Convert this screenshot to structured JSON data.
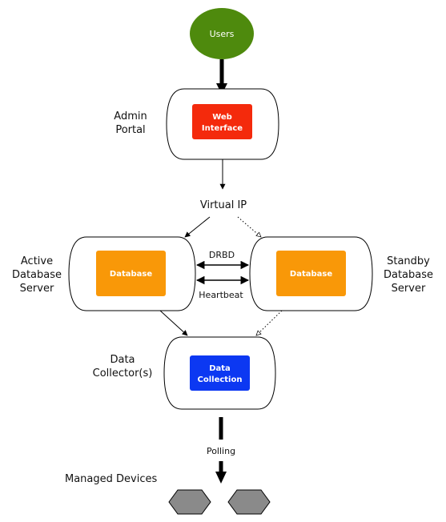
{
  "nodes": {
    "users": "Users",
    "web_interface": [
      "Web",
      "Interface"
    ],
    "virtual_ip": "Virtual IP",
    "active_db": "Database",
    "standby_db": "Database",
    "data_collection": [
      "Data",
      "Collection"
    ]
  },
  "labels": {
    "admin_portal": [
      "Admin",
      "Portal"
    ],
    "active_server": [
      "Active",
      "Database",
      "Server"
    ],
    "standby_server": [
      "Standby",
      "Database",
      "Server"
    ],
    "data_collectors": [
      "Data",
      "Collector(s)"
    ],
    "managed_devices": "Managed Devices",
    "drbd": "DRBD",
    "heartbeat": "Heartbeat",
    "polling": "Polling"
  },
  "colors": {
    "users": "#4e8a0d",
    "web_interface": "#f42a0c",
    "database": "#f99808",
    "data_collection": "#0c38f2",
    "device": "#8a8a8a"
  }
}
